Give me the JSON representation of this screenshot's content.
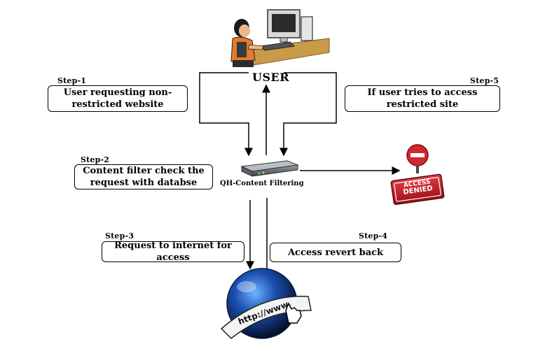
{
  "user": {
    "title": "USER"
  },
  "device": {
    "label": "QH-Content Filtering"
  },
  "steps": [
    {
      "label": "Step-1",
      "text": "User requesting non-restricted website"
    },
    {
      "label": "Step-2",
      "text": "Content filter check the request with databse"
    },
    {
      "label": "Step-3",
      "text": "Request to internet for access"
    },
    {
      "label": "Step-4",
      "text": "Access revert back"
    },
    {
      "label": "Step-5",
      "text": "If user tries to access restricted site"
    }
  ],
  "denied_sign": {
    "line1": "ACCESS",
    "line2": "DENIED"
  },
  "globe": {
    "url_text": "http://www."
  },
  "colors": {
    "denied_red": "#c8202a",
    "globe_blue": "#2a64c8"
  }
}
